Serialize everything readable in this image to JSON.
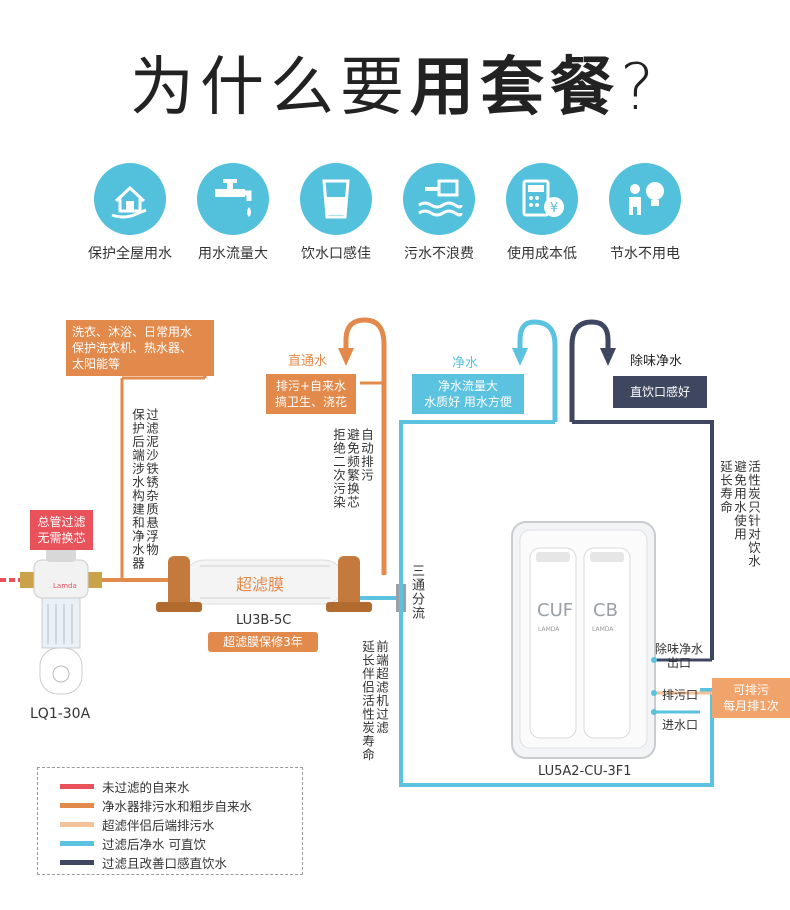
{
  "headline": {
    "light": "为什么要",
    "bold": "用套餐",
    "mark": "?"
  },
  "features": [
    {
      "label": "保护全屋用水",
      "icon": "house-hand-icon"
    },
    {
      "label": "用水流量大",
      "icon": "faucet-icon"
    },
    {
      "label": "饮水口感佳",
      "icon": "water-glass-icon"
    },
    {
      "label": "污水不浪费",
      "icon": "water-waves-icon"
    },
    {
      "label": "使用成本低",
      "icon": "calculator-coin-icon"
    },
    {
      "label": "节水不用电",
      "icon": "person-lightbulb-icon"
    }
  ],
  "diagram": {
    "household_use_tag": [
      "洗衣、沐浴、日常用水",
      "保护洗衣机、热水器、",
      "太阳能等"
    ],
    "prefilter_tag": [
      "总管过滤",
      "无需换芯"
    ],
    "prefilter_vertical": [
      "过滤泥沙铁锈杂质悬浮物",
      "保护后端涉水构建和净水器"
    ],
    "prefilter_model": "LQ1-30A",
    "direct_water_label": "直通水",
    "drain_tag": [
      "排污+自来水",
      "搞卫生、浇花"
    ],
    "auto_drain_vertical": [
      "自动排污",
      "避免频繁换芯",
      "拒绝二次污染"
    ],
    "uf_membrane_label": "超滤膜",
    "uf_model": "LU3B-5C",
    "uf_warranty": "超滤膜保修3年",
    "tee_label": "三通分流",
    "pure_water_label": "净水",
    "pure_water_tag": [
      "净水流量大",
      "水质好 用水方便"
    ],
    "deodorized_label": "除味净水",
    "deodorized_tag": "直饮口感好",
    "carbon_vertical": [
      "活性炭只针对饮水",
      "避免用水使用",
      "延长寿命"
    ],
    "front_uf_vertical": [
      "前端超滤机过滤",
      "延长伴侣活性炭寿命"
    ],
    "purifier_model": "LU5A2-CU-3F1",
    "cartridges": [
      "CUF",
      "CB"
    ],
    "cartridge_brand": "LAMDA",
    "prefilter_brand": "Lamda",
    "outlet_label": [
      "除味净水",
      "出口"
    ],
    "drain_outlet_label": "排污口",
    "inlet_label": "进水口",
    "dischargeable_tag": [
      "可排污",
      "每月排1次"
    ]
  },
  "legend": [
    {
      "color": "#e9525b",
      "label": "未过滤的自来水"
    },
    {
      "color": "#e28a4b",
      "label": "净水器排污水和粗步自来水"
    },
    {
      "color": "#f3c29a",
      "label": "超滤伴侣后端排污水"
    },
    {
      "color": "#5bc2df",
      "label": "过滤后净水  可直饮"
    },
    {
      "color": "#3e4660",
      "label": "过滤且改善口感直饮水"
    }
  ]
}
